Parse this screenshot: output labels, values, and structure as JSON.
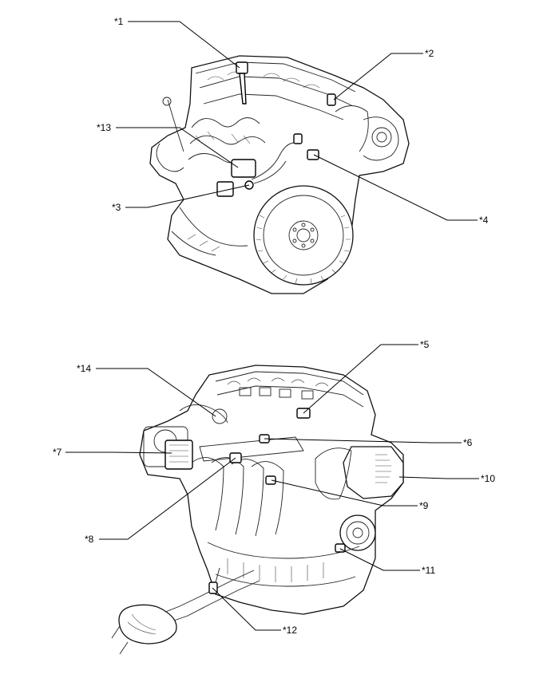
{
  "callouts": [
    {
      "id": "c1",
      "text": "*1"
    },
    {
      "id": "c2",
      "text": "*2"
    },
    {
      "id": "c13",
      "text": "*13"
    },
    {
      "id": "c3",
      "text": "*3"
    },
    {
      "id": "c4",
      "text": "*4"
    },
    {
      "id": "c5",
      "text": "*5"
    },
    {
      "id": "c14",
      "text": "*14"
    },
    {
      "id": "c6",
      "text": "*6"
    },
    {
      "id": "c7",
      "text": "*7"
    },
    {
      "id": "c10",
      "text": "*10"
    },
    {
      "id": "c9",
      "text": "*9"
    },
    {
      "id": "c8",
      "text": "*8"
    },
    {
      "id": "c11",
      "text": "*11"
    },
    {
      "id": "c12",
      "text": "*12"
    }
  ]
}
